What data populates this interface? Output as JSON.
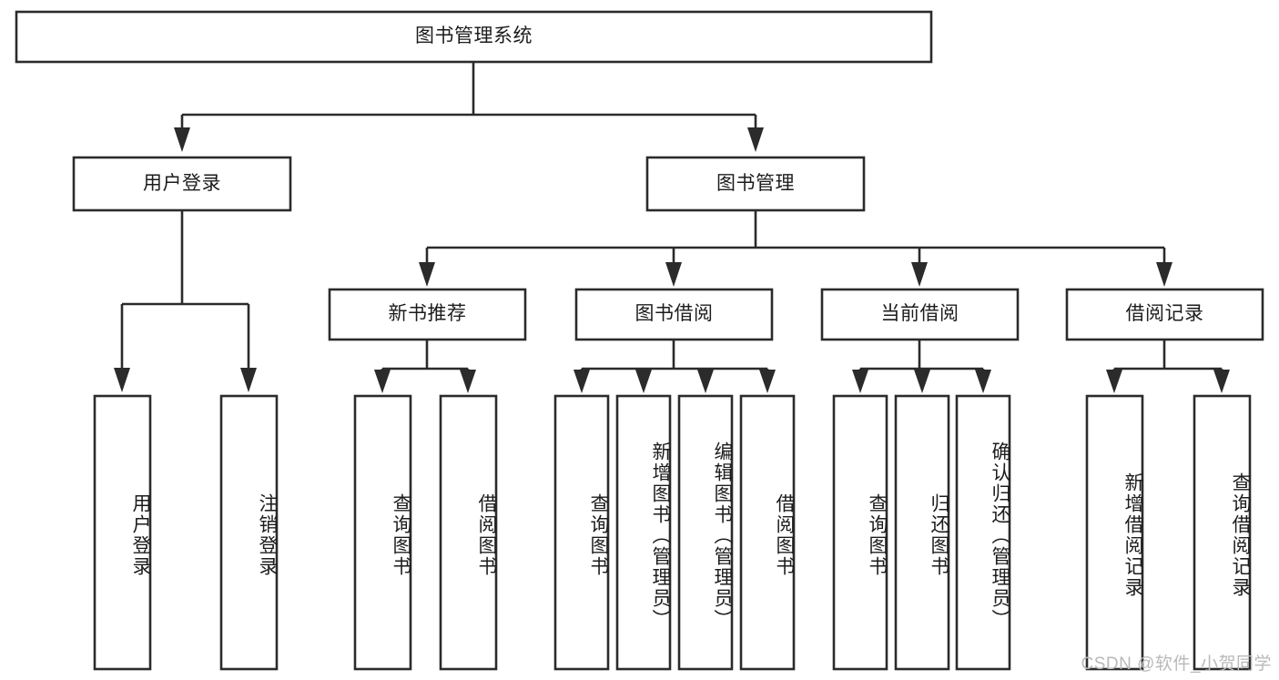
{
  "diagram": {
    "title": "图书管理系统",
    "watermark": "CSDN @软件_小贺同学",
    "colors": {
      "stroke": "#2b2b2b",
      "fill": "#ffffff",
      "text": "#1c1c1c",
      "watermark": "#b9b9b9"
    },
    "root": {
      "label": "图书管理系统"
    },
    "level2": [
      {
        "label": "用户登录"
      },
      {
        "label": "图书管理"
      }
    ],
    "level3": [
      {
        "label": "新书推荐"
      },
      {
        "label": "图书借阅"
      },
      {
        "label": "当前借阅"
      },
      {
        "label": "借阅记录"
      }
    ],
    "leaves": {
      "user_login": [
        {
          "label": "用户登录"
        },
        {
          "label": "注销登录"
        }
      ],
      "new_book": [
        {
          "label": "查询图书"
        },
        {
          "label": "借阅图书"
        }
      ],
      "book_borrow": [
        {
          "label": "查询图书"
        },
        {
          "label": "新增图书（管理员）"
        },
        {
          "label": "编辑图书（管理员）"
        },
        {
          "label": "借阅图书"
        }
      ],
      "current_borrow": [
        {
          "label": "查询图书"
        },
        {
          "label": "归还图书"
        },
        {
          "label": "确认归还（管理员）"
        }
      ],
      "borrow_record": [
        {
          "label": "新增借阅记录"
        },
        {
          "label": "查询借阅记录"
        }
      ]
    }
  }
}
